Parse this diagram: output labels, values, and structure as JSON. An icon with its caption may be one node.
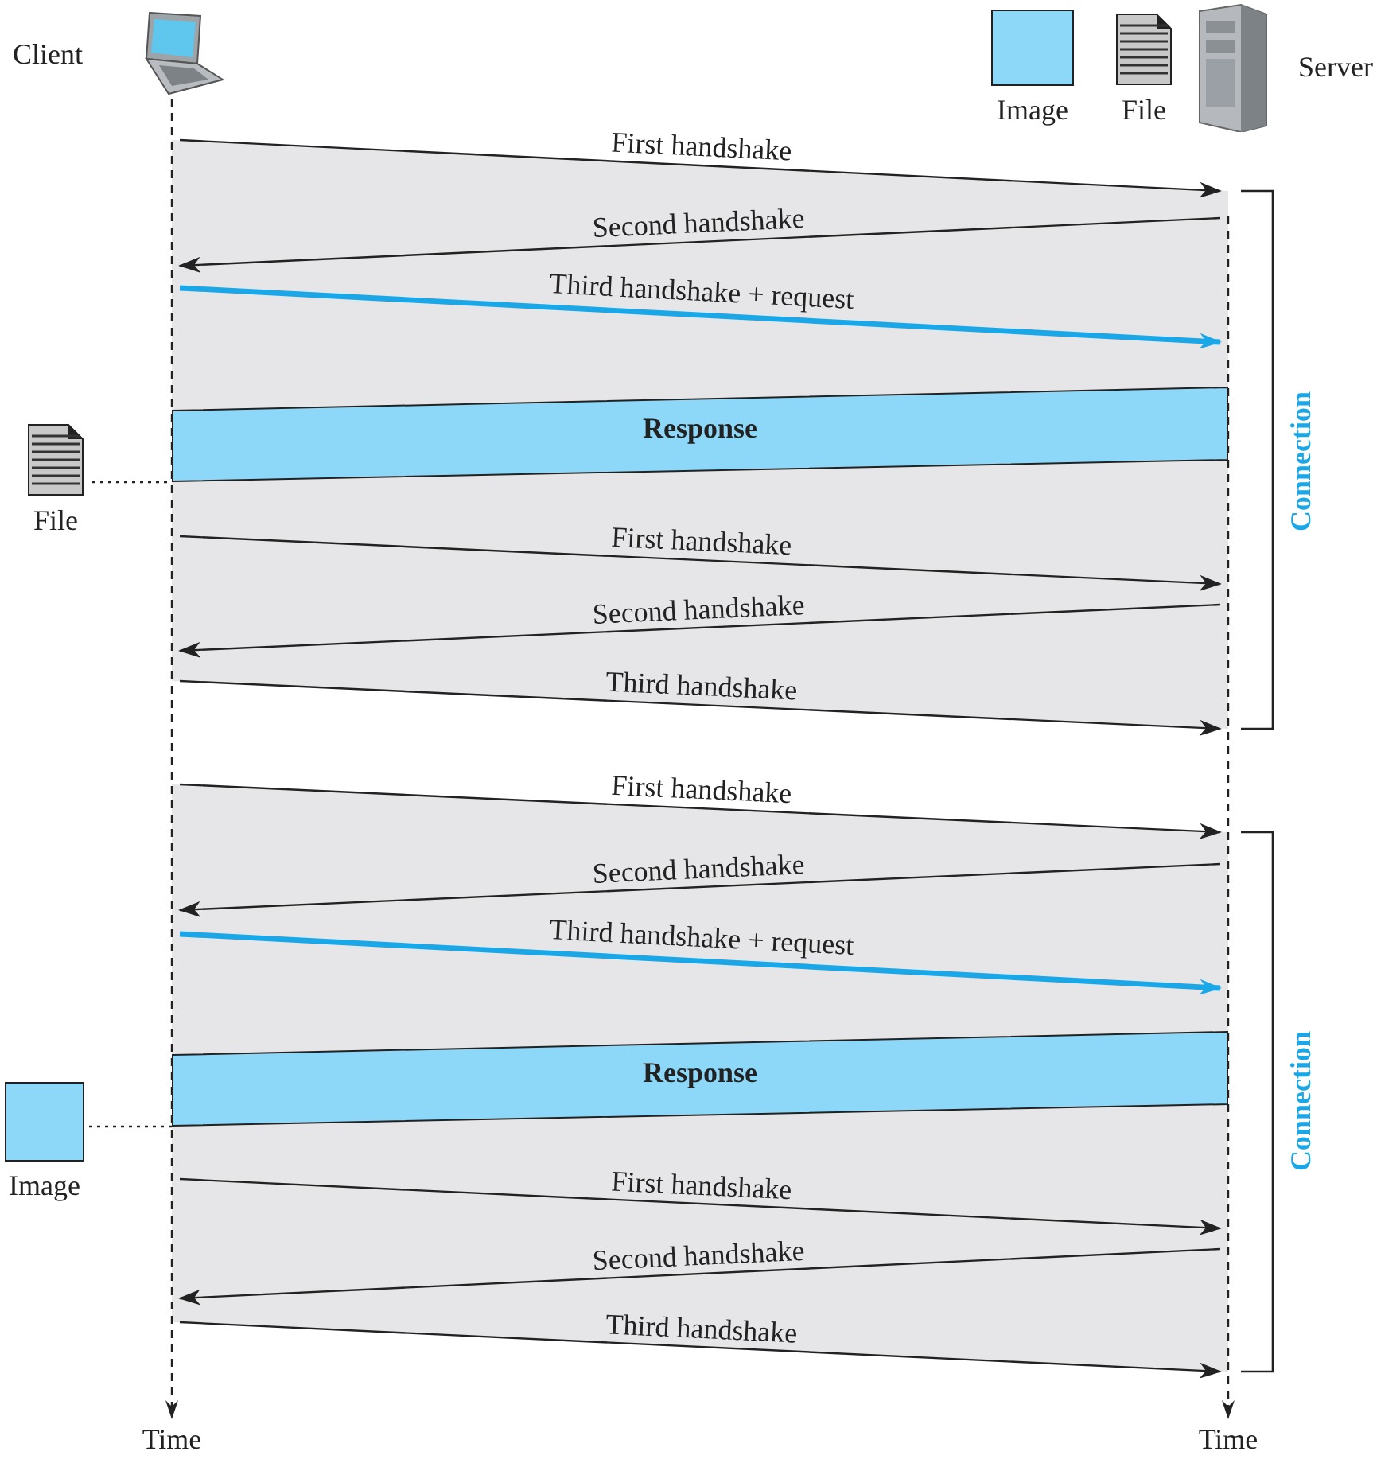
{
  "diagram": {
    "nodes": [
      {
        "text": [
          "Client"
        ]
      },
      {
        "text": [
          "Image"
        ]
      },
      {
        "text": [
          "File"
        ]
      },
      {
        "text": [
          "Server"
        ]
      },
      {
        "text": [],
        "shape": "line",
        "beside": [
          "Time"
        ]
      },
      {
        "text": [],
        "shape": "line",
        "beside": [
          "Time"
        ]
      },
      {
        "text": [
          "Response"
        ]
      },
      {
        "text": [
          "File"
        ]
      },
      {
        "text": [
          "Response"
        ]
      },
      {
        "text": [
          "Image"
        ]
      }
    ],
    "edges": [
      {
        "from": 4,
        "to": 5,
        "arrow": "to",
        "label": "First handshake"
      },
      {
        "from": 5,
        "to": 4,
        "arrow": "to",
        "label": "Second handshake"
      },
      {
        "from": 4,
        "to": 5,
        "arrow": "to",
        "label": "Third handshake + request",
        "style": "thick",
        "color": "#1aa7e8"
      },
      {
        "from": 7,
        "to": 6,
        "arrow": "none",
        "style": "dashed"
      },
      {
        "from": 4,
        "to": 5,
        "arrow": "to",
        "label": "First handshake"
      },
      {
        "from": 5,
        "to": 4,
        "arrow": "to",
        "label": "Second handshake"
      },
      {
        "from": 4,
        "to": 5,
        "arrow": "to",
        "label": "Third handshake"
      },
      {
        "from": 4,
        "to": 5,
        "arrow": "to",
        "label": "First handshake"
      },
      {
        "from": 5,
        "to": 4,
        "arrow": "to",
        "label": "Second handshake"
      },
      {
        "from": 4,
        "to": 5,
        "arrow": "to",
        "label": "Third handshake + request",
        "style": "thick",
        "color": "#1aa7e8"
      },
      {
        "from": 9,
        "to": 8,
        "arrow": "none",
        "style": "dashed"
      },
      {
        "from": 4,
        "to": 5,
        "arrow": "to",
        "label": "First handshake"
      },
      {
        "from": 5,
        "to": 4,
        "arrow": "to",
        "label": "Second handshake"
      },
      {
        "from": 4,
        "to": 5,
        "arrow": "to",
        "label": "Third handshake"
      }
    ],
    "labels": [
      "Connection",
      "Connection"
    ]
  }
}
